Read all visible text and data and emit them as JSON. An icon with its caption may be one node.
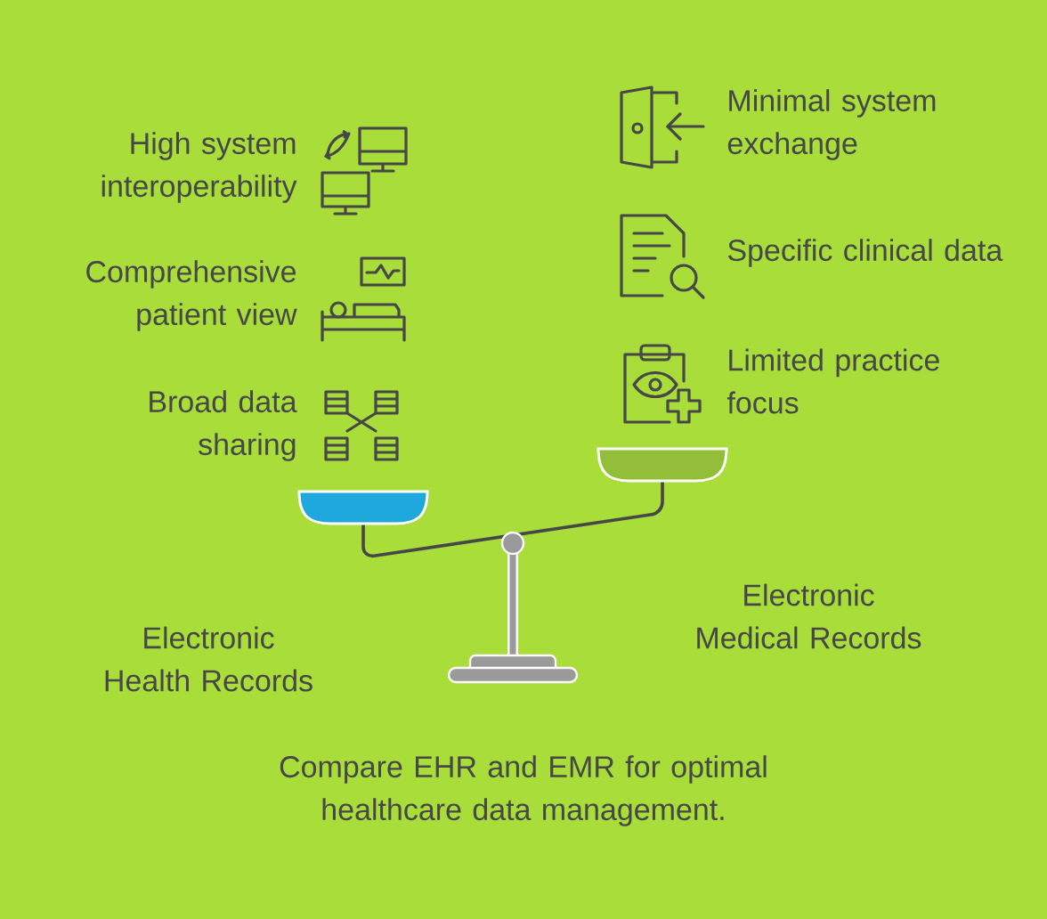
{
  "diagram": {
    "caption": "Compare EHR and EMR for optimal healthcare data management.",
    "labels": [
      "High system interoperability",
      "Comprehensive patient view",
      "Broad data sharing",
      "Minimal system exchange",
      "Specific clinical data",
      "Limited practice focus",
      "Electronic Medical Records",
      "Electronic Health Records"
    ]
  }
}
